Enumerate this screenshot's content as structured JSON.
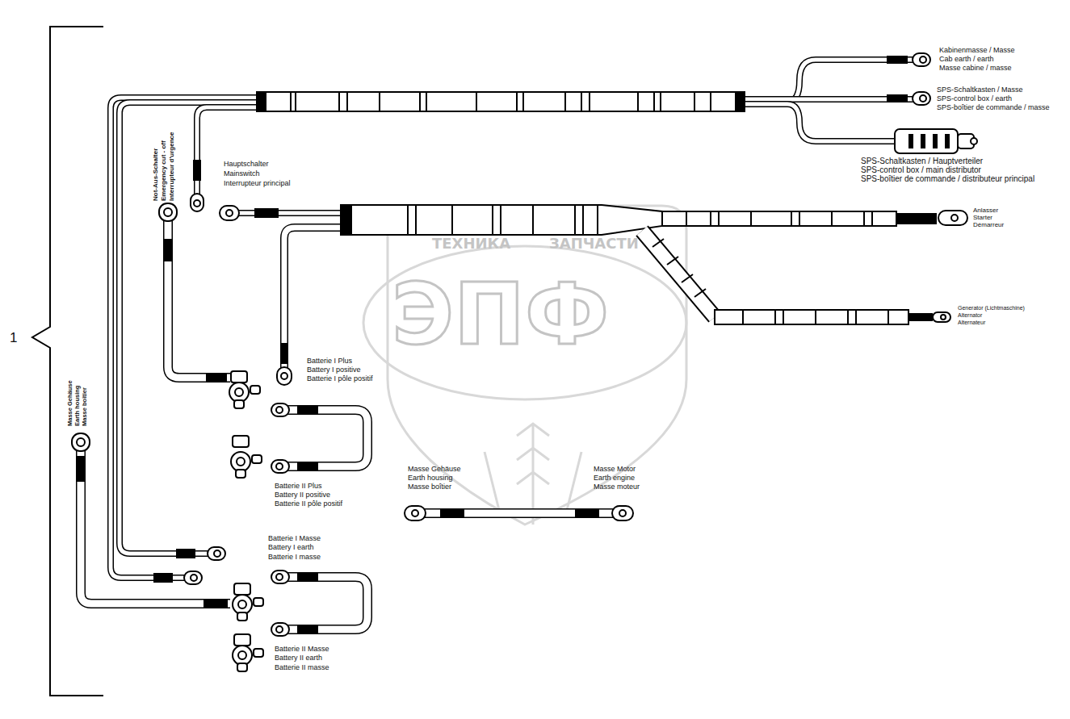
{
  "diagram": {
    "labels": [
      "1",
      "Kabinenmasse / Masse",
      "Cab earth / earth",
      "Masse cabine / masse",
      "SPS-Schaltkasten / Masse",
      "SPS-control box / earth",
      "SPS-boîtier de commande / masse",
      "SPS-Schaltkasten / Hauptverteiler",
      "SPS-control box /  main distributor",
      "SPS-boîtier de commande / distributeur principal",
      "Anlasser",
      "Starter",
      "Démarreur",
      "Generator (Lichtmaschine)",
      "Alternator",
      "Alternateur",
      "Hauptschalter",
      "Mainswitch",
      "Interrupteur principal",
      "Not-Aus-Schalter",
      "Emergency cut - off",
      "Interrupteur d'urgence",
      "Batterie I Plus",
      "Battery I positive",
      "Batterie I pôle positif",
      "Batterie II Plus",
      "Battery II positive",
      "Batterie II pôle positif",
      "Masse Gehäuse",
      "Earth housing",
      "Masse boîtier",
      "Masse Gehäuse",
      "Earth housing",
      "Masse boîtier",
      "Masse Motor",
      "Earth engine",
      "Masse moteur",
      "Batterie I Masse",
      "Battery I earth",
      "Batterie I masse",
      "Batterie II Masse",
      "Battery II earth",
      "Batterie II masse",
      "ТЕХНИКА",
      "ЗАПЧАСТИ",
      "ЭПФ"
    ]
  }
}
